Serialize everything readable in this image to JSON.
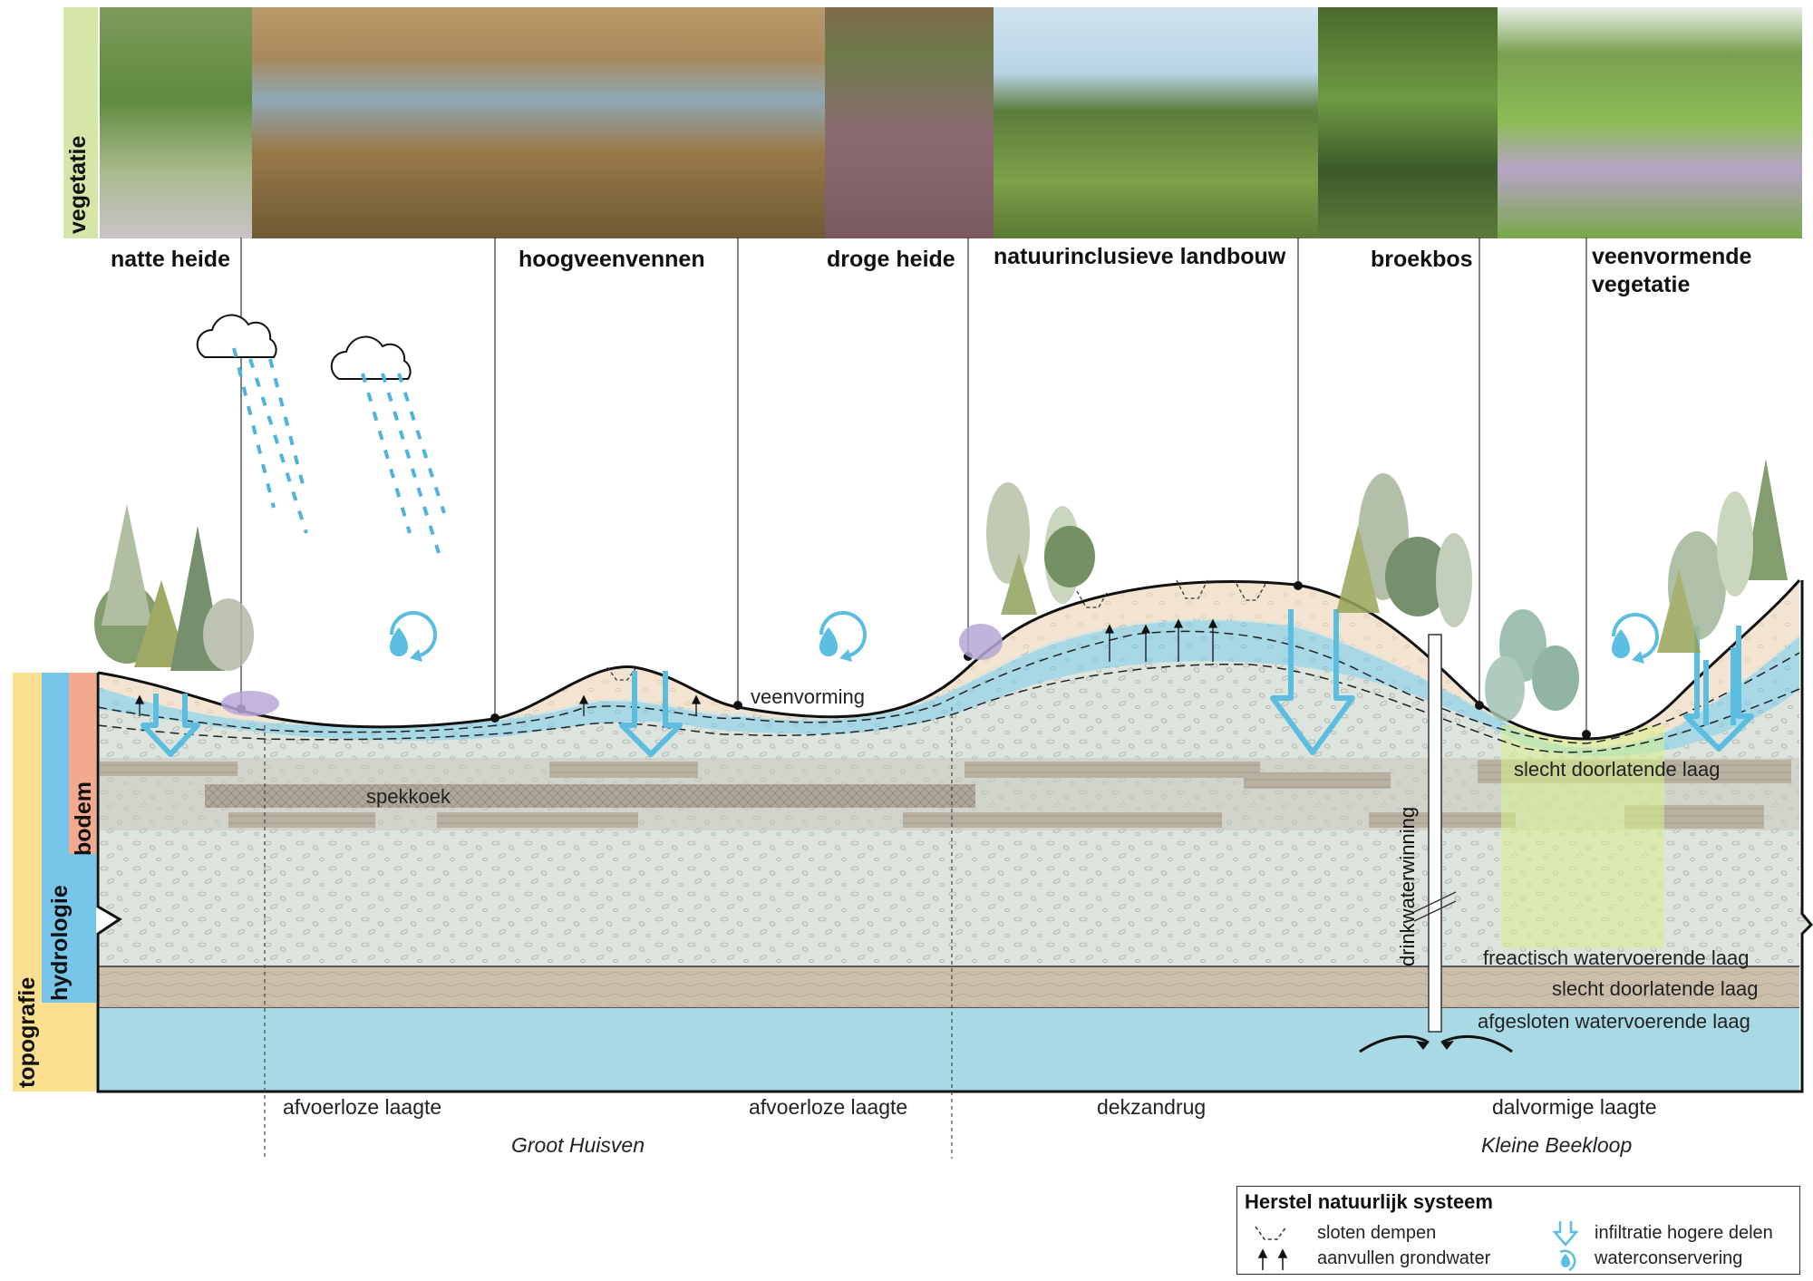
{
  "vegetation": {
    "band_label": "vegetatie",
    "labels": [
      "natte heide",
      "hoogveenvennen",
      "droge heide",
      "natuurinclusieve landbouw",
      "broekbos",
      "veenvormende",
      "vegetatie"
    ]
  },
  "side_bands": {
    "topografie": "topografie",
    "hydrologie": "hydrologie",
    "bodem": "bodem"
  },
  "annotations": {
    "veenvorming": "veenvorming",
    "spekkoek": "spekkoek",
    "drinkwaterwinning": "drinkwaterwinning"
  },
  "layers": {
    "slecht_top": "slecht doorlatende laag",
    "freactisch": "freactisch watervoerende laag",
    "slecht_mid": "slecht doorlatende laag",
    "afgesloten": "afgesloten watervoerende laag"
  },
  "landscape": {
    "units": [
      "afvoerloze laagte",
      "afvoerloze laagte",
      "dekzandrug",
      "dalvormige laagte"
    ],
    "places": [
      "Groot Huisven",
      "Kleine Beekloop"
    ]
  },
  "legend": {
    "title": "Herstel natuurlijk systeem",
    "items": [
      "sloten dempen",
      "aanvullen grondwater",
      "infiltratie hogere delen",
      "waterconservering"
    ]
  },
  "colors": {
    "water": "#8fd0e6",
    "water_deep": "#a9d9e4",
    "sand": "#dde3dd",
    "topsoil": "#f3e4d2",
    "clay": "#cfc3b0",
    "lens": "#b4ad9f",
    "arrow": "#5bbde0",
    "rain": "#4fb3dd",
    "band_veg": "#d6e6a8",
    "band_topo": "#fbe08f",
    "band_hydro": "#78c5ea",
    "band_bodem": "#f2a98e",
    "green_highlight": "#d7f08a"
  }
}
